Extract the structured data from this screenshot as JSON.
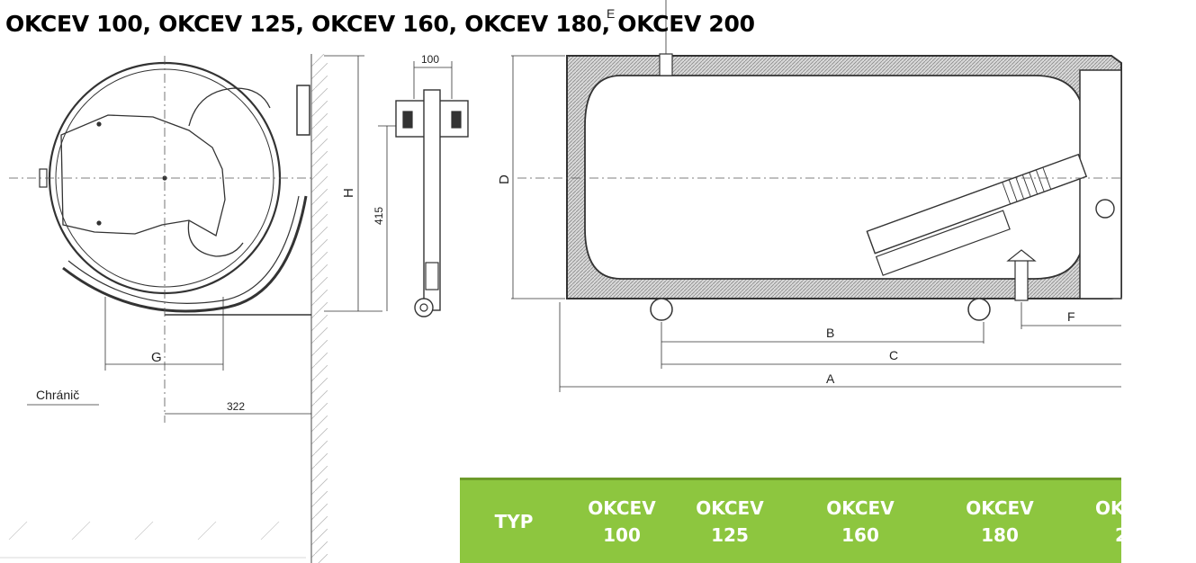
{
  "title": "OKCEV 100, OKCEV 125, OKCEV 160, OKCEV 180, OKCEV 200",
  "labels": {
    "guard": "Chránič",
    "dim_322": "322",
    "dim_G": "G",
    "dim_H": "H",
    "dim_415": "415",
    "dim_100": "100",
    "dim_D": "D",
    "dim_E": "E",
    "dim_A": "A",
    "dim_B": "B",
    "dim_C": "C",
    "dim_F": "F"
  },
  "table": {
    "header": "TYP",
    "columns": [
      {
        "line1": "OKCEV",
        "line2": "100"
      },
      {
        "line1": "OKCEV",
        "line2": "125"
      },
      {
        "line1": "OKCEV",
        "line2": "160"
      },
      {
        "line1": "OKCEV",
        "line2": "180"
      },
      {
        "line1": "OK",
        "line2": "2"
      }
    ]
  },
  "colors": {
    "table_header_bg": "#8dc63f",
    "table_text": "#ffffff",
    "line": "#333333",
    "insulation": "#c8c8c8"
  }
}
